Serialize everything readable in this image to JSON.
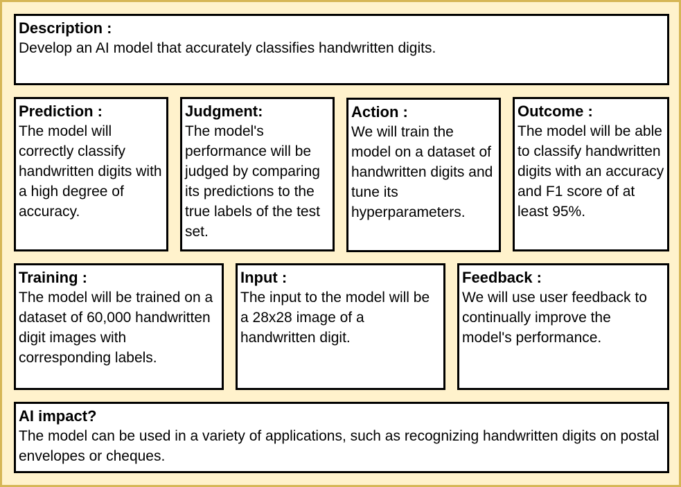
{
  "colors": {
    "background": "#fff2cc",
    "frame_border": "#d6b656",
    "box_fill": "#ffffff",
    "box_border": "#000000",
    "text": "#000000"
  },
  "description": {
    "title": "Description :",
    "body": "Develop an AI model that accurately classifies handwritten digits."
  },
  "prediction": {
    "title": "Prediction :",
    "body": "The model will correctly classify handwritten digits with a high degree of accuracy."
  },
  "judgment": {
    "title": "Judgment:",
    "body": "The model's performance will be judged by comparing its predictions to the true labels of the test set."
  },
  "action": {
    "title": "Action :",
    "body": "We will train the model on a dataset of handwritten digits and tune its hyperparameters."
  },
  "outcome": {
    "title": "Outcome :",
    "body": "The model will be able to classify handwritten digits with an accuracy and F1 score of at least 95%."
  },
  "training": {
    "title": "Training :",
    "body": "The model will be trained on a dataset of 60,000 handwritten digit images with corresponding labels."
  },
  "input": {
    "title": "Input :",
    "body": "The input to the model will be a 28x28 image of a handwritten digit."
  },
  "feedback": {
    "title": "Feedback :",
    "body": "We will use user feedback to continually improve the model's performance."
  },
  "ai_impact": {
    "title": "AI impact?",
    "body": "The model can be used in a variety of applications, such as recognizing handwritten digits on postal envelopes or cheques."
  }
}
